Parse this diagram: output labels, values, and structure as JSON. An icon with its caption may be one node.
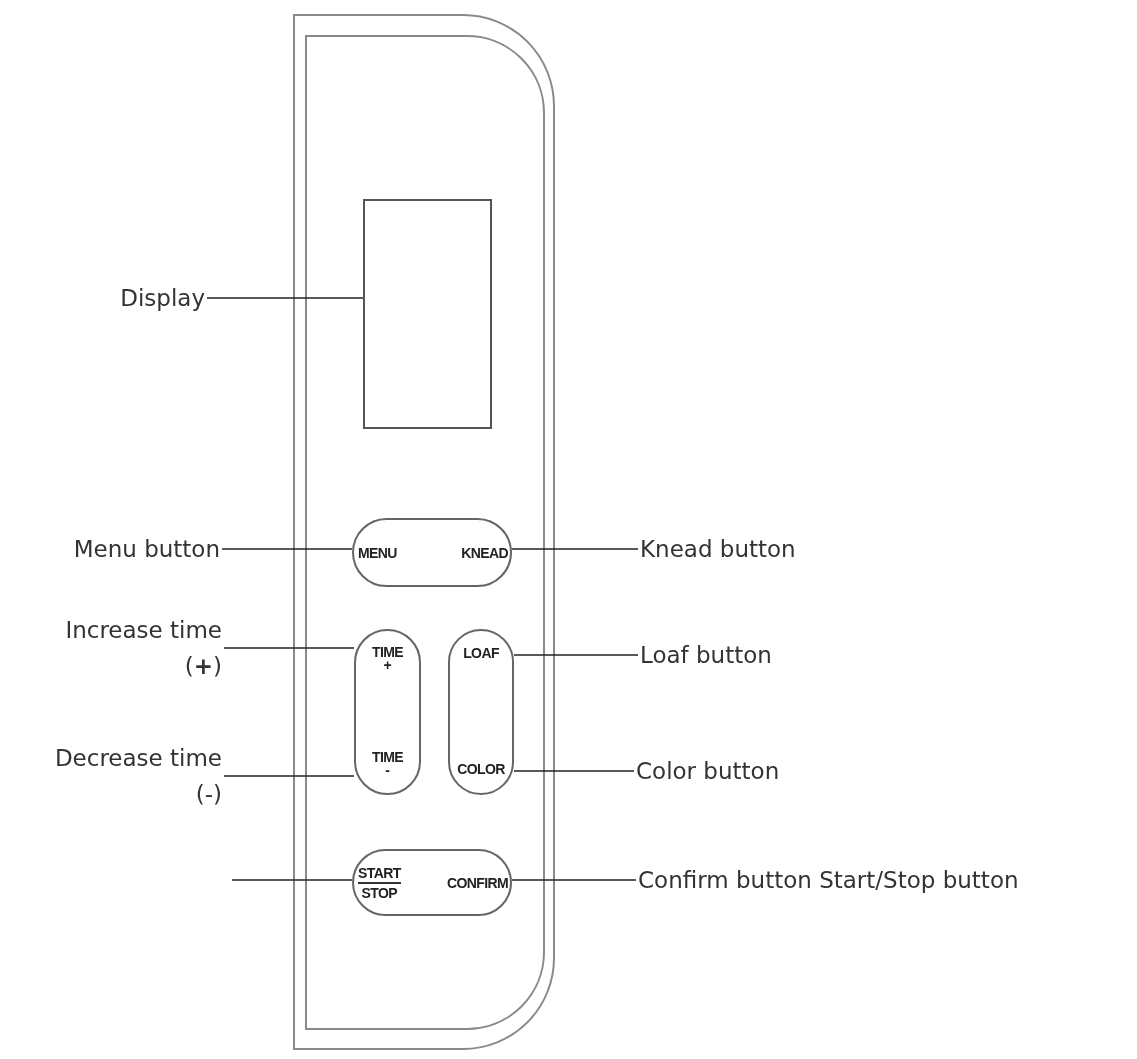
{
  "diagram": {
    "nodes": [
      {
        "text": [],
        "shape": "box"
      },
      {
        "text": [],
        "shape": "box",
        "in": 0
      },
      {
        "text": [
          "MENU",
          "KNEAD"
        ],
        "in": 0
      },
      {
        "text": [
          "TIME",
          "+",
          "TIME",
          "-"
        ],
        "in": 0
      },
      {
        "text": [
          "LOAF",
          "COLOR"
        ],
        "in": 0
      },
      {
        "text": [
          "START",
          "STOP",
          "CONFIRM"
        ],
        "in": 0
      },
      {
        "text": [
          "Display"
        ]
      },
      {
        "text": [
          "Menu button"
        ]
      },
      {
        "text": [
          "Increase time (**+**)"
        ]
      },
      {
        "text": [
          "Decrease time (-)"
        ]
      },
      {
        "text": [
          "Knead button"
        ]
      },
      {
        "text": [
          "Loaf button"
        ]
      },
      {
        "text": [
          "Color button"
        ]
      },
      {
        "text": [
          "Confirm button Start/Stop button"
        ]
      }
    ],
    "edges": [
      {
        "from": 6,
        "to": 1,
        "arrow": "none"
      },
      {
        "from": 7,
        "to": 2,
        "arrow": "none"
      },
      {
        "from": 10,
        "to": 2,
        "arrow": "none"
      },
      {
        "from": 8,
        "to": 3,
        "arrow": "none"
      },
      {
        "from": 11,
        "to": 4,
        "arrow": "none"
      },
      {
        "from": 9,
        "to": 3,
        "arrow": "none"
      },
      {
        "from": 12,
        "to": 4,
        "arrow": "none"
      },
      {
        "from": null,
        "to": 5,
        "arrow": "none"
      },
      {
        "from": 13,
        "to": 5,
        "arrow": "none"
      }
    ]
  }
}
